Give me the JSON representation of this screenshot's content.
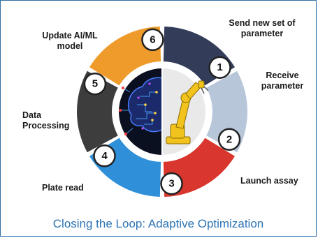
{
  "caption": "Closing the Loop: Adaptive Optimization",
  "steps": [
    {
      "number": "1",
      "label": "Send new set of parameter",
      "color": "#333d5a"
    },
    {
      "number": "2",
      "label": "Receive parameter",
      "color": "#b7c7d9"
    },
    {
      "number": "3",
      "label": "Launch assay",
      "color": "#d9362e"
    },
    {
      "number": "4",
      "label": "Plate read",
      "color": "#2f8fd8"
    },
    {
      "number": "5",
      "label": "Data Processing",
      "color": "#3d3d3d"
    },
    {
      "number": "6",
      "label": "Update AI/ML model",
      "color": "#ee9b2c"
    }
  ],
  "center": {
    "left_icon": "ai-brain-circuit-icon",
    "right_icon": "robotic-arm-icon"
  }
}
